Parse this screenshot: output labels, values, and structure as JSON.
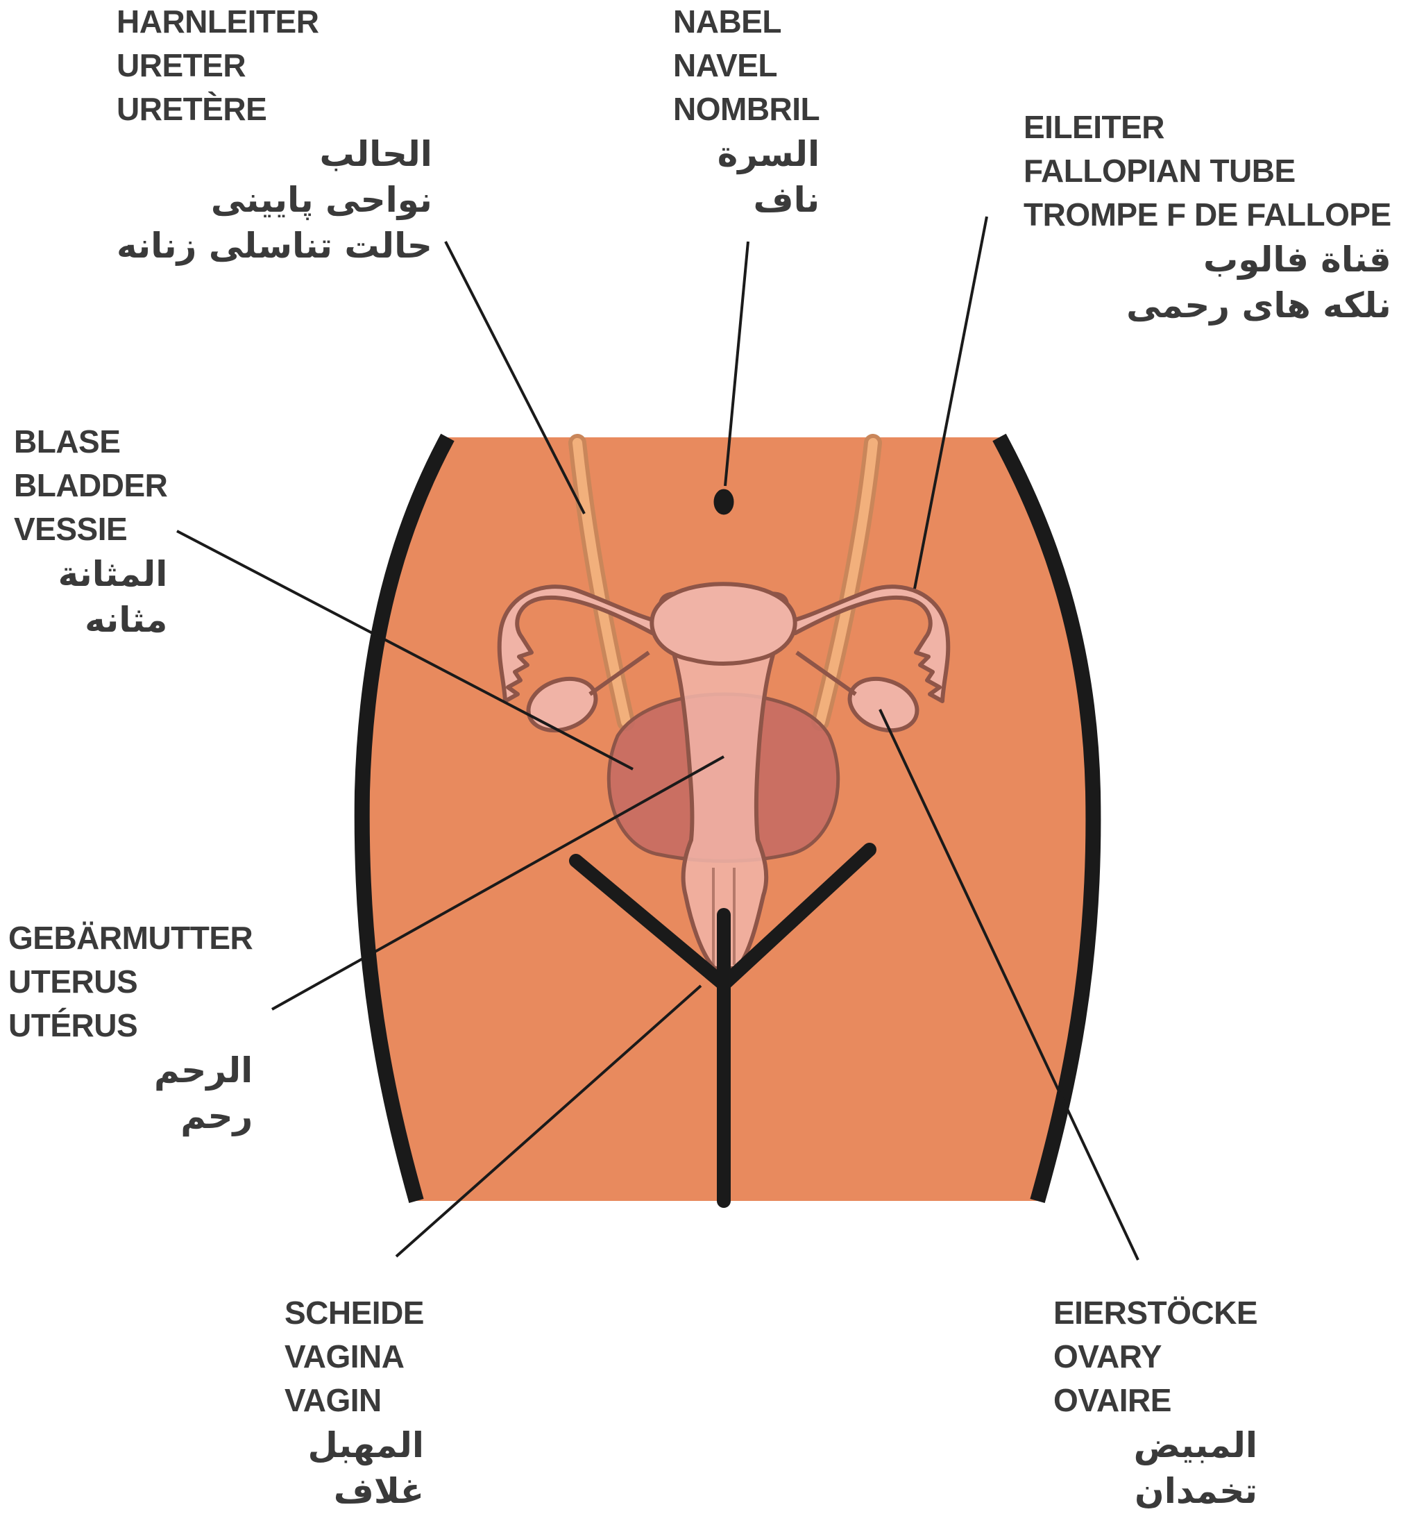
{
  "colors": {
    "skin": "#E88A5E",
    "outline": "#1a1a1a",
    "ureter_fill": "#F2B07C",
    "ureter_edge": "#C9865A",
    "organ_pink": "#F0B3A6",
    "organ_edge": "#8E5548",
    "bladder": "#C46A63",
    "label_text": "#3a3a3a",
    "leader_line": "#1a1a1a"
  },
  "labels": {
    "ureter": [
      "HARNLEITER",
      "URETER",
      "URETÈRE",
      "الحالب",
      "نواحی پایینی",
      "حالت تناسلی زنانه"
    ],
    "navel": [
      "NABEL",
      "NAVEL",
      "NOMBRIL",
      "السرة",
      "ناف"
    ],
    "fallopian_tube": [
      "EILEITER",
      "FALLOPIAN TUBE",
      "TROMPE F DE FALLOPE",
      "قناة فالوب",
      "نلکه های رحمی"
    ],
    "bladder": [
      "BLASE",
      "BLADDER",
      "VESSIE",
      "المثانة",
      "مثانه"
    ],
    "uterus": [
      "GEBÄRMUTTER",
      "UTERUS",
      "UTÉRUS",
      "الرحم",
      "رحم"
    ],
    "vagina": [
      "SCHEIDE",
      "VAGINA",
      "VAGIN",
      "المهبل",
      "غلاف"
    ],
    "ovary": [
      "EIERSTÖCKE",
      "OVARY",
      "OVAIRE",
      "المبيض",
      "تخمدان"
    ]
  }
}
